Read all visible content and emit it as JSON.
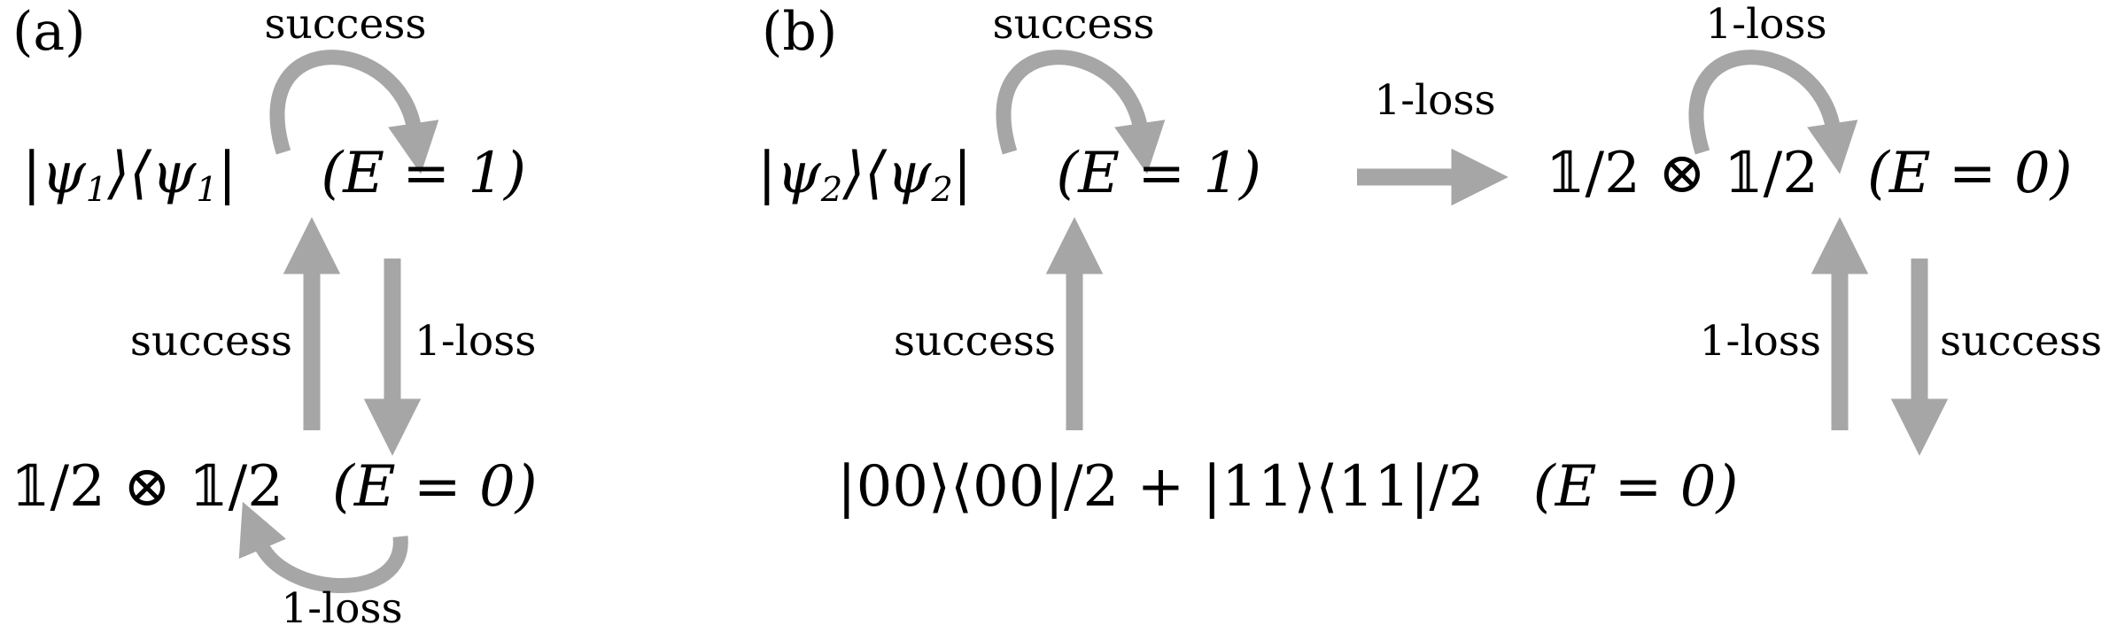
{
  "colors": {
    "arrow": "#a6a6a6",
    "text": "#000000",
    "background": "#ffffff"
  },
  "panel_a": {
    "label": "(a)",
    "top_state": {
      "bra": "|ψ",
      "sub1": "1",
      "mid": "⟩⟨ψ",
      "sub2": "1",
      "close": "|",
      "energy": "(E = 1)"
    },
    "bottom_state": {
      "expr": "𝟙/2 ⊗ 𝟙/2",
      "energy": "(E = 0)"
    },
    "labels": {
      "top_loop": "success",
      "up_arrow": "success",
      "down_arrow": "1-loss",
      "bottom_loop": "1-loss"
    }
  },
  "panel_b": {
    "label": "(b)",
    "top_left_state": {
      "bra": "|ψ",
      "sub1": "2",
      "mid": "⟩⟨ψ",
      "sub2": "2",
      "close": "|",
      "energy": "(E = 1)"
    },
    "top_right_state": {
      "expr": "𝟙/2 ⊗ 𝟙/2",
      "energy": "(E = 0)"
    },
    "bottom_state": {
      "expr": "|00⟩⟨00|/2 + |11⟩⟨11|/2",
      "energy": "(E = 0)"
    },
    "labels": {
      "top_left_loop": "success",
      "transfer_arrow": "1-loss",
      "top_right_loop": "1-loss",
      "up_left_arrow": "success",
      "up_right_arrow": "1-loss",
      "down_right_arrow": "success"
    }
  }
}
